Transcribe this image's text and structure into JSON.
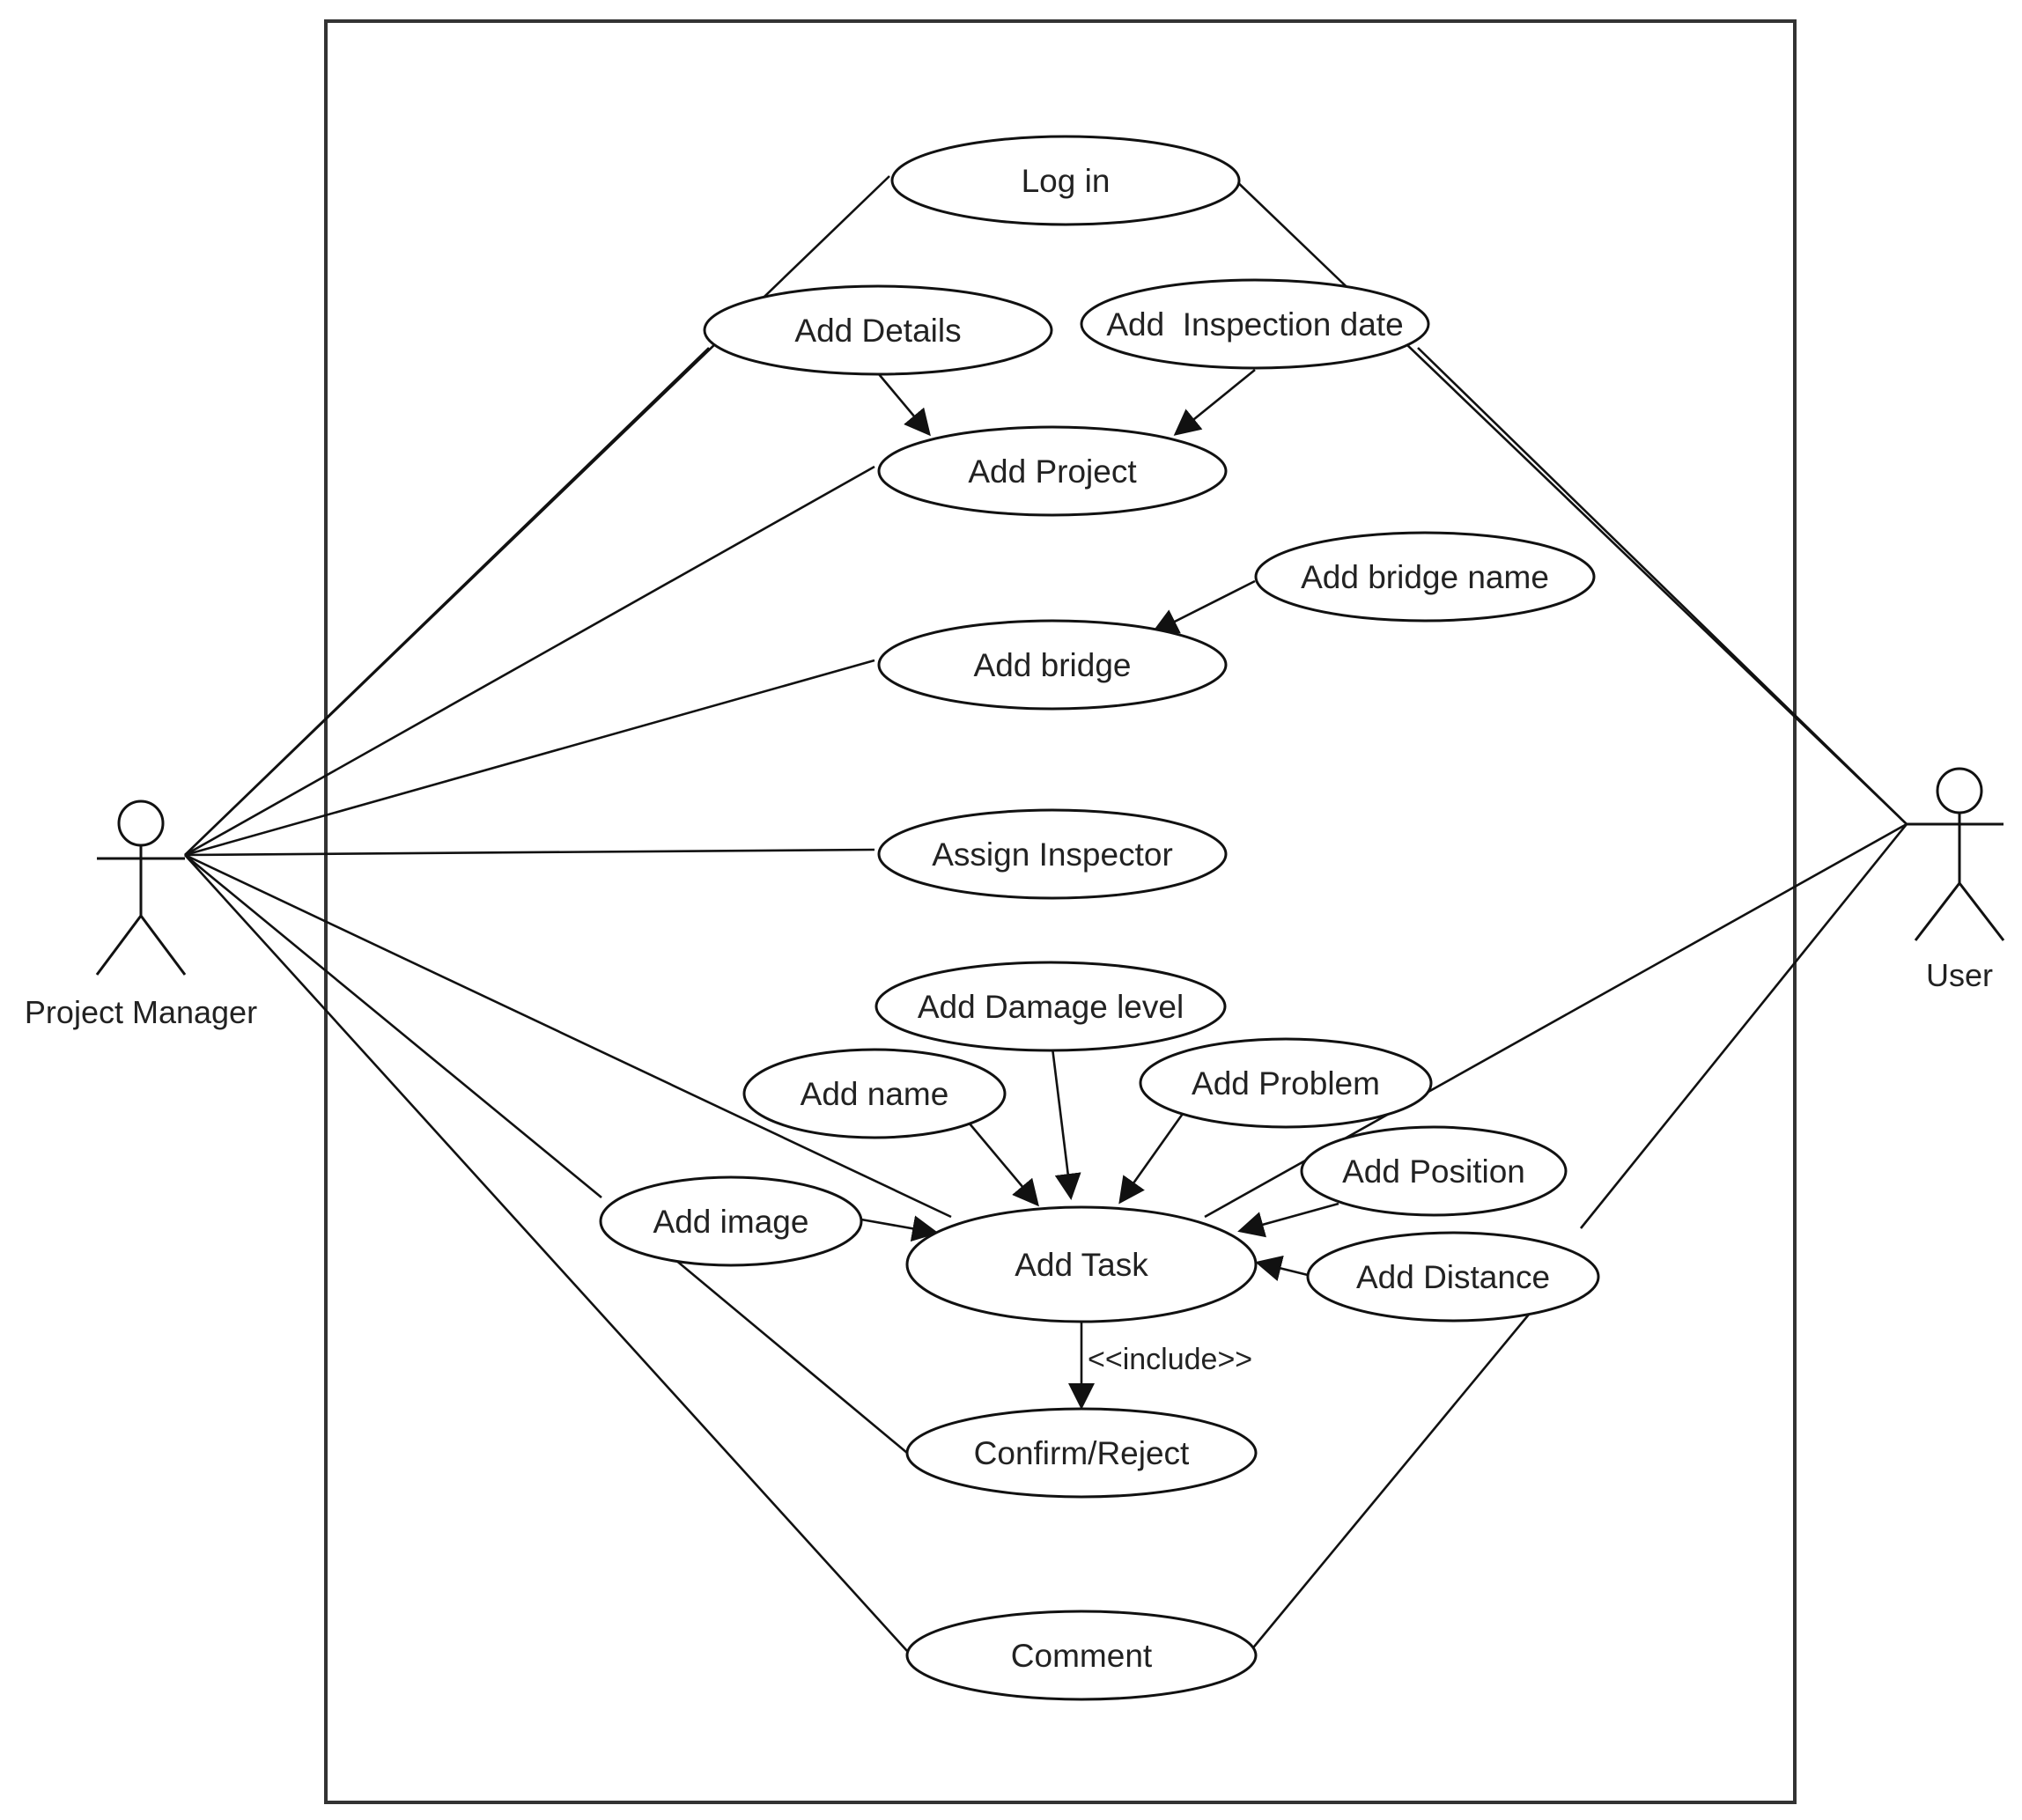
{
  "actors": {
    "project_manager": {
      "label": "Project Manager"
    },
    "user": {
      "label": "User"
    }
  },
  "use_cases": {
    "log_in": "Log in",
    "add_details": "Add Details",
    "add_inspection_date": "Add  Inspection date",
    "add_project": "Add Project",
    "add_bridge_name": "Add bridge name",
    "add_bridge": "Add bridge",
    "assign_inspector": "Assign Inspector",
    "add_damage_level": "Add Damage level",
    "add_name": "Add name",
    "add_problem": "Add Problem",
    "add_position": "Add Position",
    "add_image": "Add image",
    "add_task": "Add Task",
    "add_distance": "Add Distance",
    "confirm_reject": "Confirm/Reject",
    "comment": "Comment"
  },
  "stereotypes": {
    "include": "<<include>>"
  },
  "colors": {
    "line": "#111111",
    "background": "#ffffff",
    "text": "#222222"
  }
}
